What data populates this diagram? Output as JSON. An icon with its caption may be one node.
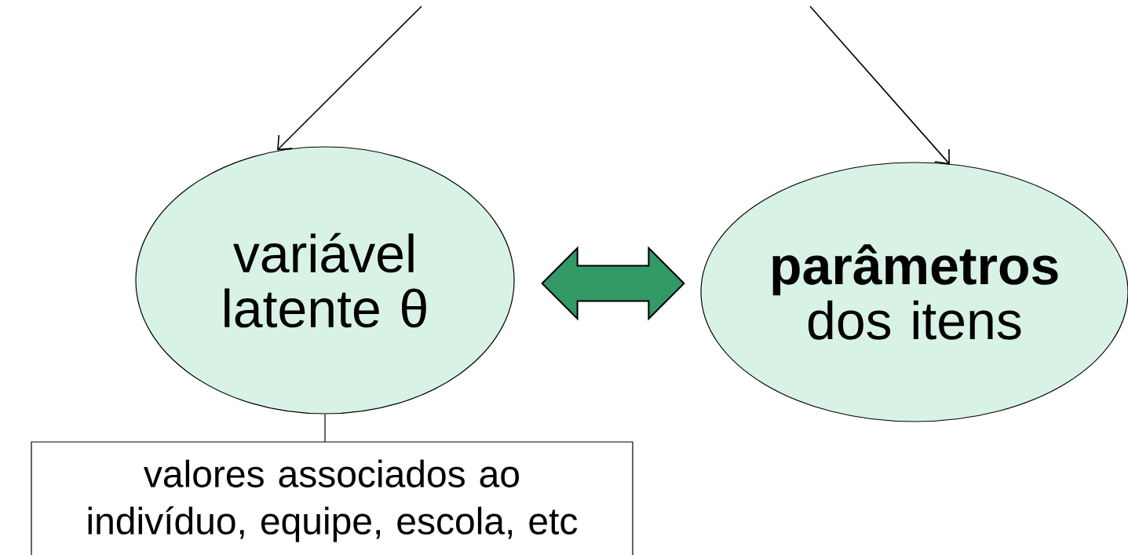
{
  "diagram": {
    "nodes": [
      {
        "text": [
          "variável latente θ"
        ]
      },
      {
        "text": [
          "**parâmetros** dos itens"
        ]
      },
      {
        "text": [
          "valores associados ao indivíduo, equipe, escola, etc"
        ]
      }
    ],
    "edges": [
      {
        "from": null,
        "to": 0,
        "arrow": "to"
      },
      {
        "from": null,
        "to": 1,
        "arrow": "to"
      },
      {
        "from": 0,
        "to": 1,
        "arrow": "both",
        "style": "thick",
        "color": "#339966"
      },
      {
        "from": 0,
        "to": 2,
        "arrow": "none"
      }
    ]
  }
}
